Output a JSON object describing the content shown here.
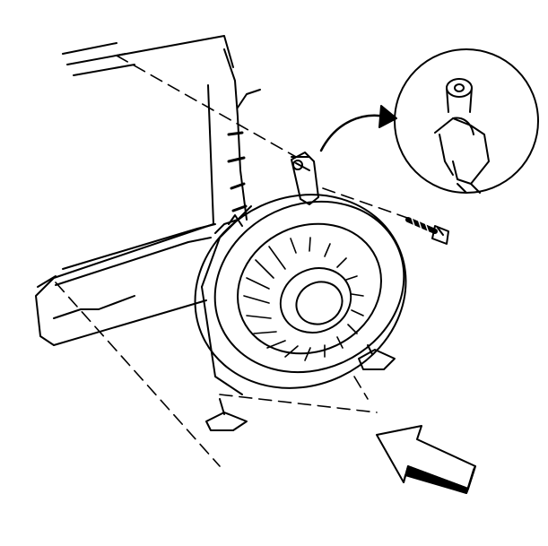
{
  "diagram": {
    "kind": "technical line illustration",
    "parts": [
      "frame-rail",
      "mount-bracket",
      "wheel-assembly",
      "bolt",
      "detail-callout",
      "direction-arrow"
    ],
    "colors": {
      "stroke": "#000000",
      "background": "#ffffff"
    }
  }
}
